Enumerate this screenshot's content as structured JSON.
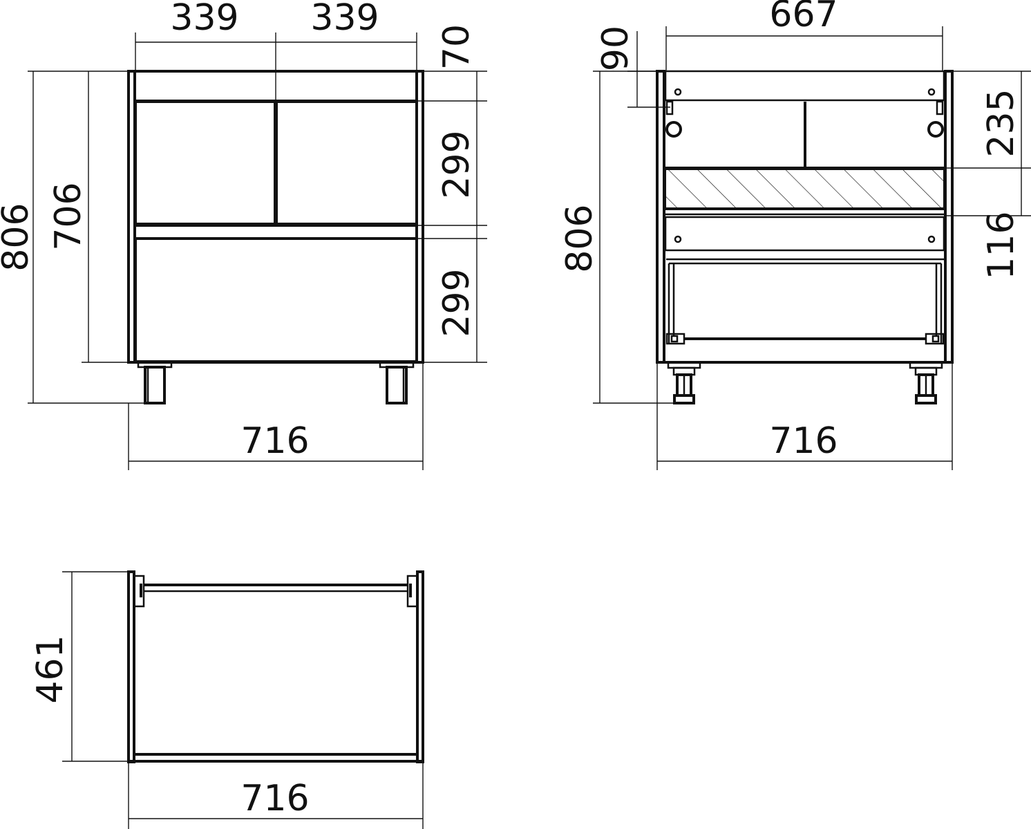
{
  "front_view": {
    "dimensions": {
      "top_left_width": "339",
      "top_right_width": "339",
      "total_height": "806",
      "body_height": "706",
      "top_rail_height": "70",
      "upper_drawer_height": "299",
      "lower_drawer_height": "299",
      "total_width": "716"
    }
  },
  "back_view": {
    "dimensions": {
      "inner_width": "667",
      "top_offset": "90",
      "total_height": "806",
      "upper_section_height": "235",
      "hatched_section_height": "116",
      "total_width": "716"
    }
  },
  "top_view": {
    "dimensions": {
      "depth": "461",
      "total_width": "716"
    }
  },
  "colors": {
    "line": "#111111",
    "background": "#ffffff"
  }
}
